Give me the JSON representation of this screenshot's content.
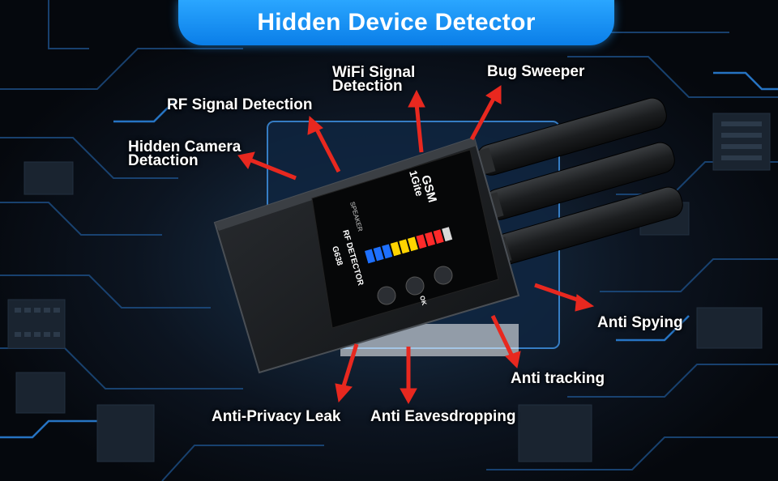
{
  "title": "Hidden Device Detector",
  "features": {
    "wifi": "WiFi Signal Detection",
    "bug": "Bug Sweeper",
    "rf": "RF Signal Detection",
    "camera": "Hidden Camera Detaction",
    "spying": "Anti Spying",
    "tracking": "Anti tracking",
    "privacy": "Anti-Privacy Leak",
    "eavesdrop": "Anti Eavesdropping"
  },
  "device": {
    "brand": "1Gite",
    "band": "GSM",
    "speaker_label": "SPEAKER",
    "name": "RF DETECTOR",
    "model": "G638",
    "ok_label": "OK"
  },
  "colors": {
    "arrow": "#e8281f",
    "accent": "#1b8cf2",
    "circuit": "#2a7fd6"
  }
}
